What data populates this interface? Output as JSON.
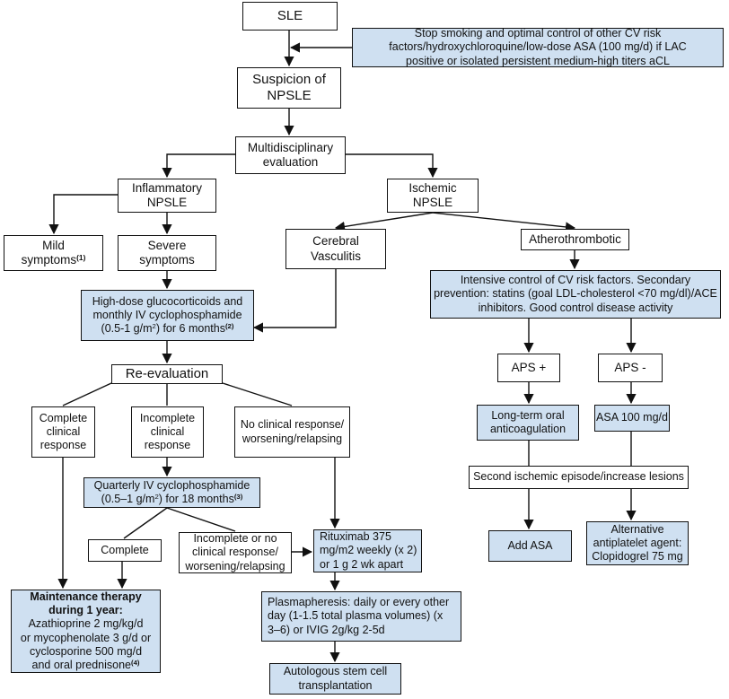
{
  "nodes": {
    "sle": "SLE",
    "stop_smoking": [
      "Stop smoking and optimal control of other CV risk",
      "factors/hydroxychloroquine/low-dose ASA (100 mg/d) if LAC",
      "positive or isolated persistent medium-high titers aCL"
    ],
    "suspicion": [
      "Suspicion of",
      "NPSLE"
    ],
    "multidisciplinary": [
      "Multidisciplinary",
      "evaluation"
    ],
    "inflammatory": [
      "Inflammatory",
      "NPSLE"
    ],
    "ischemic": [
      "Ischemic",
      "NPSLE"
    ],
    "mild": [
      "Mild",
      "symptoms"
    ],
    "mild_note": "(1)",
    "severe": [
      "Severe",
      "symptoms"
    ],
    "cerebral": [
      "Cerebral",
      "Vasculitis"
    ],
    "atherothrombotic": "Atherothrombotic",
    "intensive_control": [
      "Intensive control of CV risk factors. Secondary",
      "prevention: statins (goal LDL-cholesterol <70 mg/dl)/ACE",
      "inhibitors. Good control disease activity"
    ],
    "high_dose": [
      "High-dose glucocorticoids and",
      "monthly IV cyclophosphamide",
      "(0.5-1 g/m",
      "2",
      ") for 6 months",
      "(2)"
    ],
    "reevaluation": "Re-evaluation",
    "aps_plus": "APS +",
    "aps_minus": "APS -",
    "complete_response": [
      "Complete",
      "clinical",
      "response"
    ],
    "incomplete_response": [
      "Incomplete",
      "clinical",
      "response"
    ],
    "no_response": [
      "No clinical response/",
      "worsening/relapsing"
    ],
    "long_term": [
      "Long-term oral",
      "anticoagulation"
    ],
    "asa100": "ASA 100 mg/d",
    "quarterly": [
      "Quarterly IV cyclophosphamide",
      "(0.5–1 g/m",
      "2",
      ") for 18 months",
      "(3)"
    ],
    "second_ischemic": "Second ischemic episode/increase lesions",
    "complete": "Complete",
    "incomplete_no": [
      "Incomplete or no",
      "clinical response/",
      "worsening/relapsing"
    ],
    "rituximab": [
      "Rituximab 375",
      "mg/m2 weekly (x 2)",
      "or 1 g 2 wk apart"
    ],
    "add_asa": "Add ASA",
    "alternative": [
      "Alternative",
      "antiplatelet agent:",
      "Clopidogrel 75 mg"
    ],
    "maintenance": [
      "Maintenance therapy",
      "during 1 year:",
      "Azathioprine 2 mg/kg/d",
      "or mycophenolate 3 g/d or",
      "cyclosporine 500 mg/d",
      "and oral prednisone",
      "(4)"
    ],
    "plasmapheresis": [
      "Plasmapheresis: daily or every other",
      "day (1-1.5 total plasma volumes) (x",
      "3–6) or IVIG 2g/kg 2-5d"
    ],
    "autologous": [
      "Autologous stem cell",
      "transplantation"
    ]
  },
  "colors": {
    "highlight": "#cfe0f1",
    "stroke": "#111111"
  }
}
